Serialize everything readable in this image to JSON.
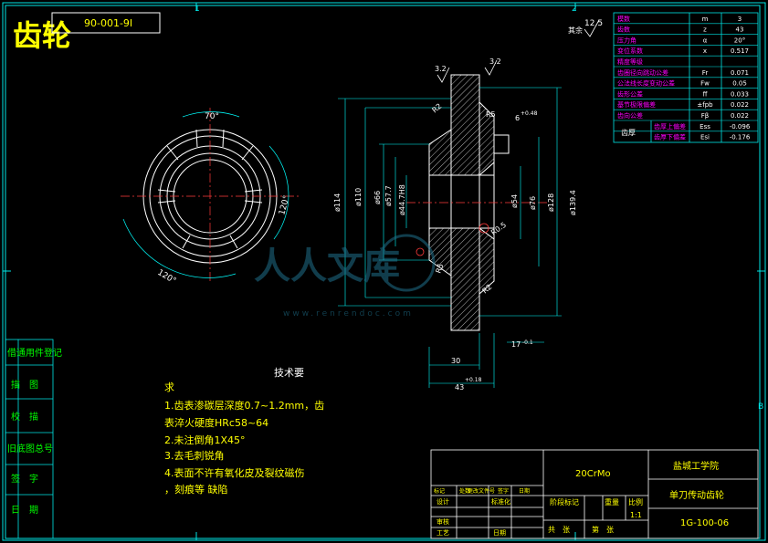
{
  "title": "齿轮",
  "drawing_code_mirrored": "90-001-9I",
  "zone_labels": {
    "top_1": "1",
    "top_2": "2",
    "right_b": "B"
  },
  "roughness": {
    "global": "12.5",
    "global_note": "其余",
    "face_left": "3.2",
    "face_right": "3.2"
  },
  "dims": {
    "angle_70": "70°",
    "angle_120_right": "120°",
    "angle_120_left": "120°",
    "r2_top": "R2",
    "r5": "R5",
    "keyway": "6",
    "keyway_tol": "+0.48",
    "d114": "ø114",
    "d110": "ø110",
    "d66": "ø66",
    "d577": "ø57.7",
    "d44": "ø44.7H8",
    "d54": "ø54",
    "d76": "ø76",
    "d128": "ø128",
    "d139": "ø139.4",
    "r05": "R0.5",
    "r2_bot": "R2",
    "r5_bot": "R5",
    "len17": "17",
    "len17_tol": "-0.1",
    "len30": "30",
    "len43": "43",
    "len43_tol": "+0.18"
  },
  "params_table": [
    {
      "name": "模数",
      "sym": "m",
      "val": "3"
    },
    {
      "name": "齿数",
      "sym": "z",
      "val": "43"
    },
    {
      "name": "压力角",
      "sym": "α",
      "val": "20°"
    },
    {
      "name": "变位系数",
      "sym": "x",
      "val": "0.517"
    },
    {
      "name": "精度等级",
      "sym": "",
      "val": ""
    },
    {
      "name": "齿圈径向跳动公差",
      "sym": "Fr",
      "val": "0.071"
    },
    {
      "name": "公法线长度变动公差",
      "sym": "Fw",
      "val": "0.05"
    },
    {
      "name": "齿形公差",
      "sym": "ff",
      "val": "0.033"
    },
    {
      "name": "基节极限偏差",
      "sym": "±fpb",
      "val": "0.022"
    },
    {
      "name": "齿向公差",
      "sym": "Fβ",
      "val": "0.022"
    },
    {
      "name": "齿厚上偏差",
      "sym": "Ess",
      "val": "-0.096"
    },
    {
      "name": "齿厚下偏差",
      "sym": "Esi",
      "val": "-0.176"
    }
  ],
  "params_group_label": "齿厚",
  "watermark": {
    "brand": "人人文库",
    "url": "www.renrendoc.com"
  },
  "tech_req": {
    "title": "技术要",
    "title_cont": "求",
    "lines": [
      "1.齿表渗碳层深度0.7~1.2mm，齿",
      "表淬火硬度HRc58~64",
      "2.未注倒角1X45°",
      "3.去毛刺锐角",
      "4.表面不许有氧化皮及裂纹磁伤",
      "，刻痕等  缺陷"
    ]
  },
  "left_strip": [
    "借通用件登记",
    "描　图",
    "校　描",
    "旧底图总号",
    "签　字",
    "日　期"
  ],
  "title_block": {
    "material": "20CrMo",
    "school": "盐城工学院",
    "part_name": "单刀传动齿轮",
    "drawing_no": "1G-100-06",
    "stage_label": "阶段标记",
    "weight_label": "重量",
    "scale_label": "比例",
    "scale": "1:1",
    "sheets_total": "共　张",
    "sheet_no": "第　张",
    "rev_headers": [
      "标记",
      "处数",
      "更改文件号",
      "签字",
      "日期"
    ],
    "role_design": "设计",
    "role_std": "标准化",
    "role_check": "审核",
    "role_process": "工艺",
    "date_label": "日期"
  },
  "colors": {
    "frame": "#00e5e5",
    "text": "#ffff00",
    "linework": "#ffffff",
    "green": "#00ff00",
    "magenta": "#ff00ff",
    "dim": "#00ffff"
  }
}
